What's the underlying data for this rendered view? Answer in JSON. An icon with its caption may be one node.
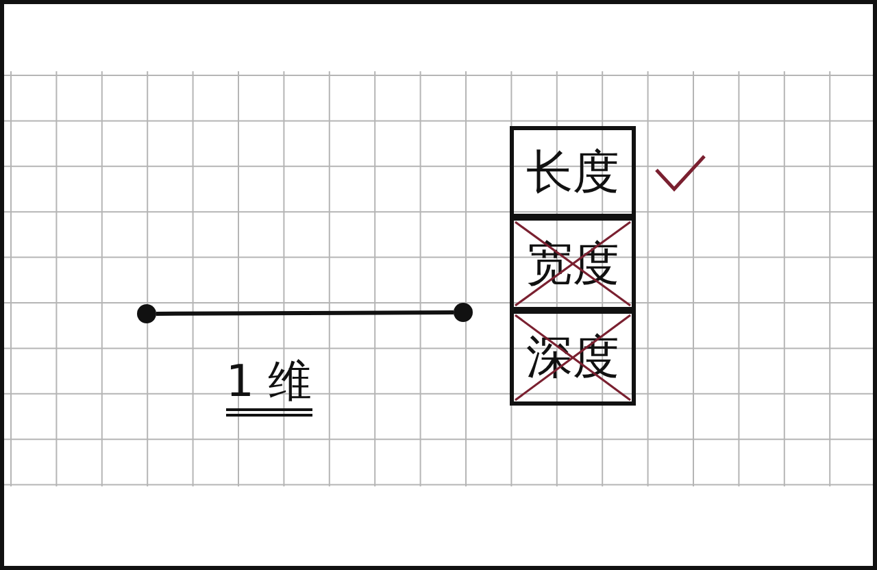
{
  "diagram": {
    "nodes": [
      {
        "text": [],
        "shape": "circle"
      },
      {
        "text": [],
        "shape": "circle"
      },
      {
        "text": [
          "长度"
        ]
      },
      {
        "text": [
          "宽度"
        ]
      },
      {
        "text": [
          "深度"
        ]
      }
    ],
    "edges": [
      {
        "from": 0,
        "to": 1,
        "arrow": "none"
      }
    ],
    "labels": [
      "1 维"
    ]
  }
}
